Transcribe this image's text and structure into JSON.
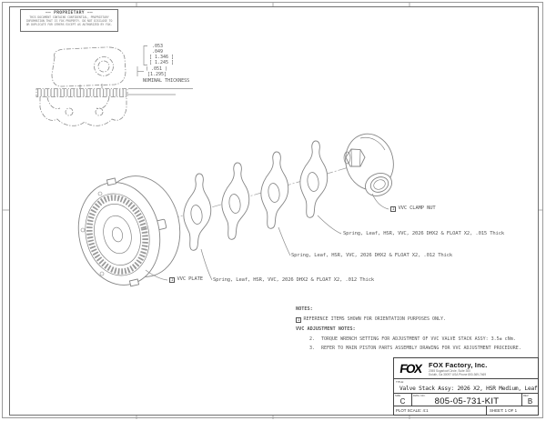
{
  "proprietary": {
    "title": "—— PROPRIETARY ——",
    "line1": "THIS DOCUMENT CONTAINS CONFIDENTIAL, PROPRIETARY",
    "line2": "INFORMATION THAT IS FOX PROPERTY. DO NOT DISCLOSE TO",
    "line3": "OR DUPLICATE FOR OTHERS EXCEPT AS AUTHORIZED BY FOX."
  },
  "dim_callout": {
    "l1": ".053",
    "l2": ".049",
    "l3": "[ 1.346 ]",
    "l4": "[ 1.245 ]",
    "l5": "( .051 )",
    "l6": "[1.295]",
    "l7": "NOMINAL THICKNESS"
  },
  "part_labels": {
    "clamp_nut_ref": "1",
    "clamp_nut": "VVC CLAMP NUT",
    "spring_015": "Spring, Leaf, HSR, VVC, 2026 DHX2 & FLOAT X2, .015 Thick",
    "spring_012_a": "Spring, Leaf, HSR, VVC, 2026 DHX2 & FLOAT X2, .012 Thick",
    "spring_012_b": "Spring, Leaf, HSR, VVC, 2026 DHX2 & FLOAT X2, .012 Thick",
    "plate_ref": "1",
    "plate": "VVC PLATE"
  },
  "notes": {
    "heading": "NOTES:",
    "note1_ref": "1",
    "note1": "REFERENCE ITEMS SHOWN FOR ORIENTATION PURPOSES ONLY.",
    "subheading": "VVC ADJUSTMENT NOTES:",
    "note2_num": "2.",
    "note2": "TORQUE WRENCH SETTING FOR ADJUSTMENT OF VVC VALVE STACK ASSY: 3.5± cNm.",
    "note3_num": "3.",
    "note3": "REFER TO MAIN PISTON PARTS ASSEMBLY DRAWING FOR VVC ADJUSTMENT PROCEDURE."
  },
  "title_block": {
    "logo": "FOX",
    "company": "FOX Factory, Inc.",
    "address1": "2055 Sugarloaf Circle, Suite 300",
    "address2": "Duluth, Ga 30097 USA Phone 800-369-7469",
    "title_label": "TITLE:",
    "title": "Valve Stack Assy: 2026 X2, HSR Medium, Leaf",
    "size_label": "SIZE",
    "size": "C",
    "dwg_label": "DWG. NO.",
    "dwg_no": "805-05-731-KIT",
    "rev_label": "REV",
    "rev": "B",
    "plot_scale": "PLOT SCALE: 4:1",
    "sheet": "SHEET: 1 OF 1"
  }
}
